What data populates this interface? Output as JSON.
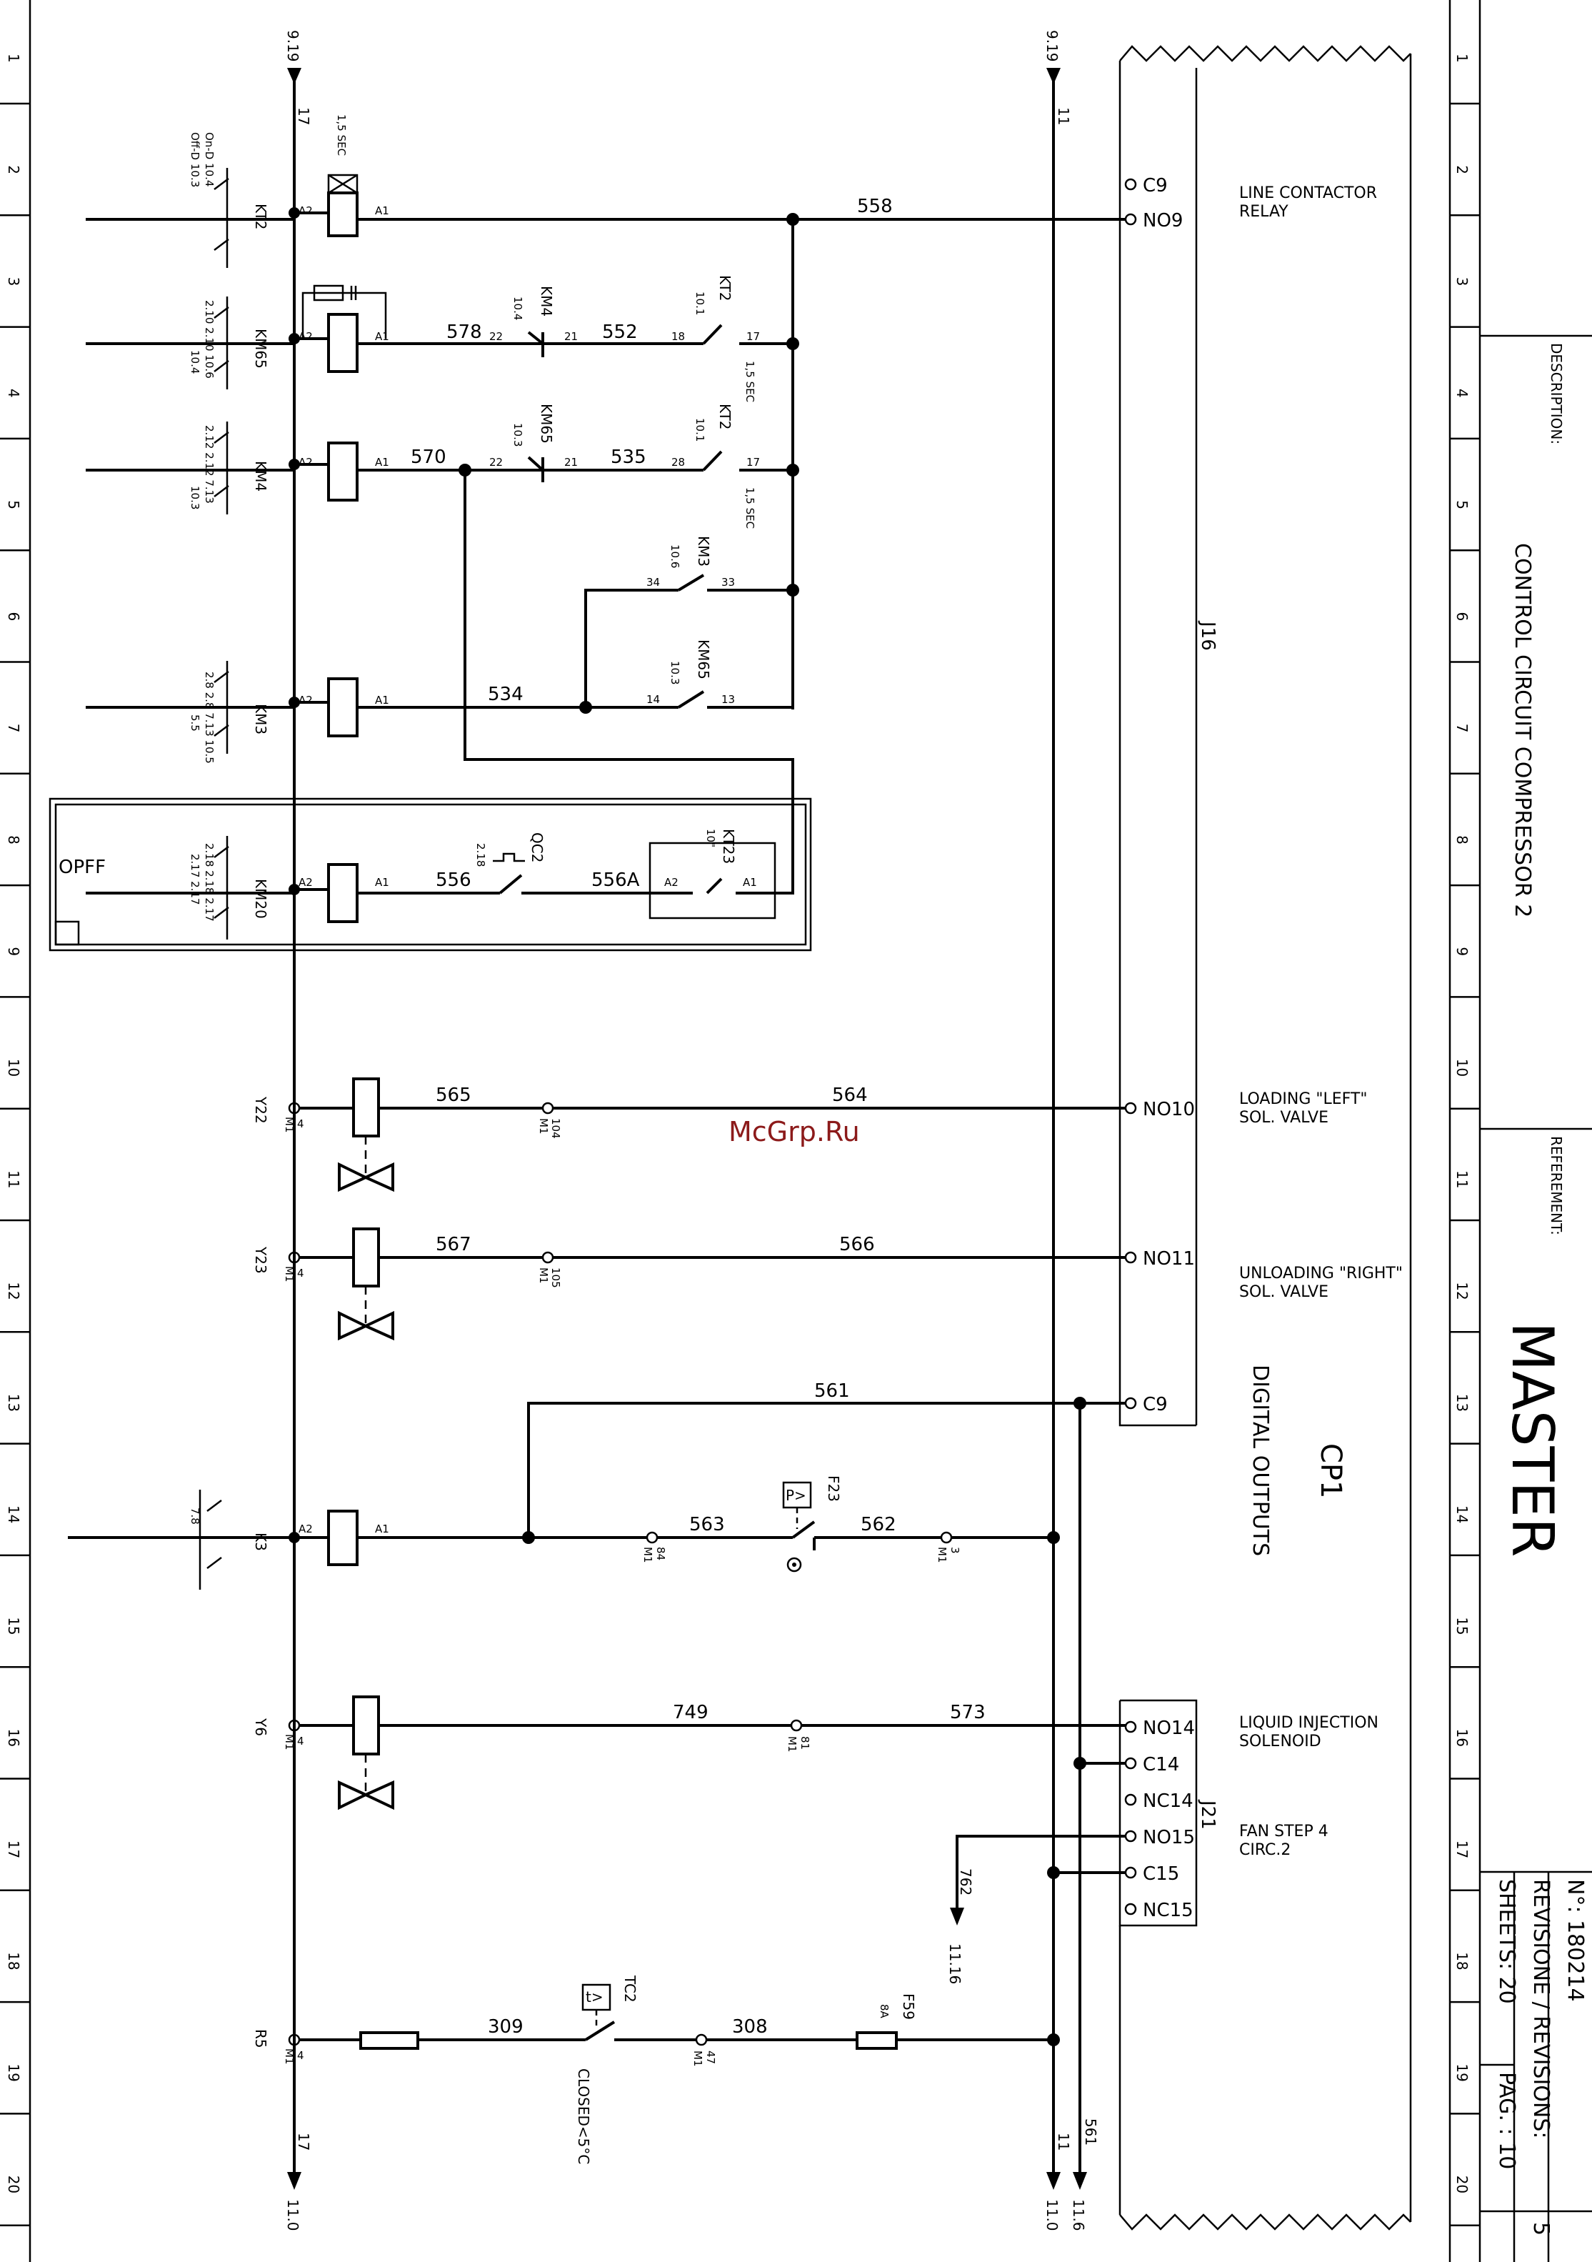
{
  "watermark": "McGrp.Ru",
  "title_block": {
    "description_label": "DESCRIPTION:",
    "description": "CONTROL CIRCUIT COMPRESSOR 2",
    "reference_label": "REFEREMENT:",
    "reference": "MASTER",
    "number": "N°: 180214",
    "revisions": "REVISIONE / REVISIONS:",
    "revisions_value": "5",
    "sheets": "SHEETS: 20",
    "page": "PAG. : 10"
  },
  "rulers": {
    "left": [
      "1",
      "2",
      "3",
      "4",
      "5",
      "6",
      "7",
      "8",
      "9",
      "10",
      "11",
      "12",
      "13",
      "14",
      "15",
      "16",
      "17",
      "18",
      "19",
      "20"
    ],
    "right": [
      "1",
      "2",
      "3",
      "4",
      "5",
      "6",
      "7",
      "8",
      "9",
      "10",
      "11",
      "12",
      "13",
      "14",
      "15",
      "16",
      "17",
      "18",
      "19",
      "20"
    ]
  },
  "buses": {
    "left_top_ref": "9.19",
    "left_wire": "17",
    "left_bottom_ref": "11.0",
    "mid_top_ref": "9.19",
    "mid_wire": "11",
    "mid_bottom_ref": "11.0",
    "right_wire": "561",
    "right_bottom_ref": "11.6"
  },
  "controller": {
    "name": "CP1",
    "subtitle": "DIGITAL OUTPUTS",
    "connector_j16": "J16",
    "connector_j21": "J21"
  },
  "terminals": {
    "c9a": "C9",
    "no9": "NO9",
    "no10": "NO10",
    "no11": "NO11",
    "c9b": "C9",
    "no14": "NO14",
    "c14": "C14",
    "nc14": "NC14",
    "no15": "NO15",
    "c15": "C15",
    "nc15": "NC15"
  },
  "descriptions": {
    "line_contactor": [
      "LINE CONTACTOR",
      "RELAY"
    ],
    "loading": [
      "LOADING \"LEFT\"",
      "SOL. VALVE"
    ],
    "unloading": [
      "UNLOADING \"RIGHT\"",
      "SOL. VALVE"
    ],
    "liquid": [
      "LIQUID INJECTION",
      "SOLENOID"
    ],
    "fan": [
      "FAN STEP 4",
      "CIRC.2"
    ]
  },
  "wires": {
    "w558": "558",
    "w578": "578",
    "w552": "552",
    "w570": "570",
    "w535": "535",
    "w534": "534",
    "w556": "556",
    "w556a": "556A",
    "w565": "565",
    "w564": "564",
    "w567": "567",
    "w566": "566",
    "w561": "561",
    "w563": "563",
    "w562": "562",
    "w749": "749",
    "w573": "573",
    "w762": "762",
    "w762_ref": "11.16",
    "w309": "309",
    "w308": "308"
  },
  "devices": {
    "kt2_coil": "KT2",
    "kt2_delay": "1,5 SEC",
    "km65_coil": "KM65",
    "km4_coil": "KM4",
    "km3_coil": "KM3",
    "km20_coil": "KM20",
    "k3": "K3",
    "y22": "Y22",
    "y23": "Y23",
    "y6": "Y6",
    "r5": "R5",
    "kt2_refs_a": "On-D 10.4",
    "kt2_refs_b": "Off-D 10.3",
    "km65_refs_a": "2.10 2.10 10.6",
    "km65_refs_b": "10.4",
    "km4_refs_a": "2.12 2.12 7.13",
    "km4_refs_b": "10.3",
    "km3_refs_a": "2.8 2.8 7.13 10.5",
    "km3_refs_b": "5.5",
    "km20_refs_a": "2.18 2.18 2.17",
    "km20_refs_b": "2.17 2.17",
    "k3_ref": "7.8",
    "contact_km4": "KM4",
    "contact_km4_ref": "10.4",
    "contact_kt2a": "KT2",
    "contact_kt2a_ref": "10.1",
    "contact_kt2a_delay": "1,5 SEC",
    "contact_km65": "KM65",
    "contact_km65_ref": "10.3",
    "contact_kt2b": "KT2",
    "contact_kt2b_ref": "10.1",
    "contact_kt2b_delay": "1,5 SEC",
    "contact_km3": "KM3",
    "contact_km3_ref": "10.6",
    "contact_km65b": "KM65",
    "contact_km65b_ref": "10.3",
    "qc2": "QC2",
    "qc2_ref": "2.18",
    "kt23": "KT23",
    "kt23_delay": "10\"",
    "opff": "OPFF",
    "f23": "F23",
    "f23_symbol": "P>",
    "tc2": "TC2",
    "tc2_symbol": "t>",
    "tc2_note": "CLOSED<5°C",
    "f59": "F59",
    "f59_rating": "8A",
    "m1": "M1",
    "t104": "104",
    "t105": "105",
    "t84": "84",
    "t3": "3",
    "t81": "81",
    "t47": "47",
    "t4": "4",
    "a1": "A1",
    "a2": "A2",
    "n22": "22",
    "n21": "21",
    "n18": "18",
    "n17": "17",
    "n28": "28",
    "n34": "34",
    "n33": "33",
    "n14": "14",
    "n13": "13"
  }
}
